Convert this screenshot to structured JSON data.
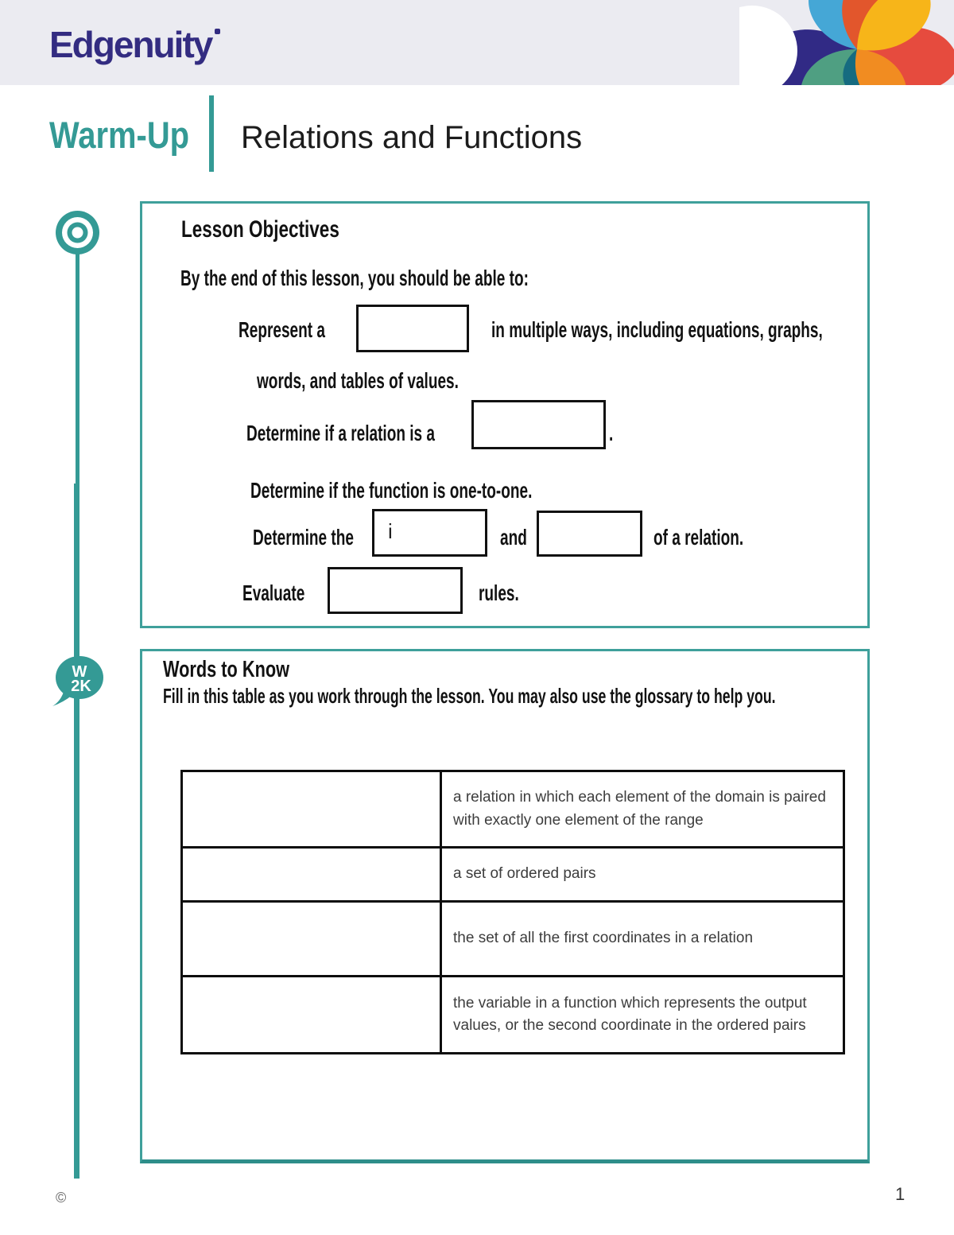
{
  "colors": {
    "accent_teal": "#349a95",
    "accent_teal_dark": "#2e8e8a",
    "logo_indigo": "#332c81",
    "header_band": "#ebebf1",
    "blank_border": "#111111",
    "pinwheel": {
      "indigo": "#312a85",
      "light_blue": "#45a7d6",
      "green": "#4f9f82",
      "dark_teal": "#166b80",
      "dark_orange": "#e2562c",
      "yellow": "#f7b519",
      "red": "#e64b3e",
      "orange": "#f18c21"
    }
  },
  "header": {
    "logo_text": "Edgenuity"
  },
  "title_bar": {
    "section_label": "Warm-Up",
    "lesson_title": "Relations and Functions"
  },
  "lesson_objectives": {
    "heading": "Lesson Objectives",
    "intro": "By the end of this lesson, you should be able to:",
    "objective_1": {
      "pre": "Represent a",
      "blank": "",
      "post": "in multiple ways, including equations, graphs,",
      "continuation": "words, and tables of values."
    },
    "objective_2": {
      "pre": "Determine if a relation is a",
      "blank": "",
      "post": "."
    },
    "objective_3": {
      "text": "Determine if the function is one-to-one."
    },
    "objective_4": {
      "pre": "Determine the",
      "blank_1": "i",
      "mid": "and",
      "blank_2": "",
      "post": "of a relation."
    },
    "objective_5": {
      "pre": "Evaluate",
      "blank": "",
      "post": "rules."
    }
  },
  "words_to_know": {
    "heading": "Words to Know",
    "instructions": "Fill in this table as you work through the lesson. You may also use the glossary to help you.",
    "rows": [
      {
        "term": "",
        "definition": "a relation in which each element of the domain is paired with exactly one element of the range"
      },
      {
        "term": "",
        "definition": "a set of ordered pairs"
      },
      {
        "term": "",
        "definition": "the set of all the first coordinates in a relation"
      },
      {
        "term": "",
        "definition": "the variable in a function which represents the output values, or the second coordinate in the ordered pairs"
      }
    ]
  },
  "sidebar": {
    "w2k_badge": {
      "line_1": "W",
      "line_2": "2K"
    }
  },
  "footer": {
    "copyright_symbol": "©",
    "page_number": "1"
  }
}
